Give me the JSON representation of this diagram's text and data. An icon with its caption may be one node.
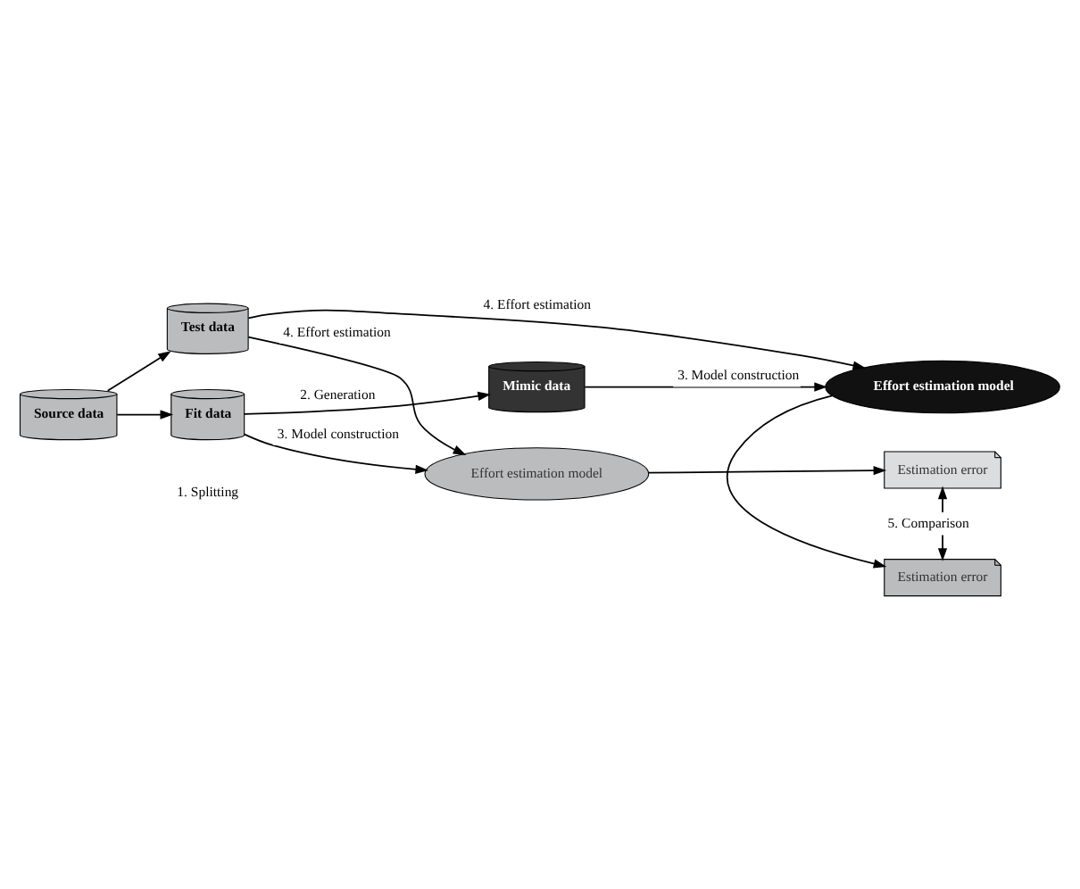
{
  "diagram": {
    "nodes": [
      {
        "text": [
          "Source data"
        ]
      },
      {
        "text": [
          "Test data"
        ]
      },
      {
        "text": [
          "Fit data"
        ]
      },
      {
        "text": [
          "Effort estimation model"
        ]
      },
      {
        "text": [
          "Estimation error"
        ]
      },
      {
        "text": [
          "Estimation error"
        ]
      },
      {
        "text": [
          "Mimic data"
        ]
      },
      {
        "text": [
          "Effort estimation model"
        ]
      }
    ],
    "edges": [
      {
        "from": 0,
        "to": 1,
        "arrow": "to"
      },
      {
        "from": 0,
        "to": 2,
        "arrow": "to"
      },
      {
        "from": 2,
        "to": 3,
        "arrow": "to",
        "label": "3. Model construction"
      },
      {
        "from": 1,
        "to": 3,
        "arrow": "to",
        "label": "4. Effort estimation"
      },
      {
        "from": 1,
        "to": 7,
        "arrow": "to",
        "label": "4. Effort estimation"
      },
      {
        "from": 3,
        "to": 4,
        "arrow": "to"
      },
      {
        "from": 4,
        "to": 5,
        "arrow": "both",
        "label": "5. Comparison"
      },
      {
        "from": 2,
        "to": 6,
        "arrow": "to",
        "label": "2. Generation"
      },
      {
        "from": 6,
        "to": 7,
        "arrow": "to",
        "label": "3. Model construction"
      },
      {
        "from": 7,
        "to": 5,
        "arrow": "to"
      }
    ],
    "labels": [
      "1. Splitting"
    ]
  }
}
